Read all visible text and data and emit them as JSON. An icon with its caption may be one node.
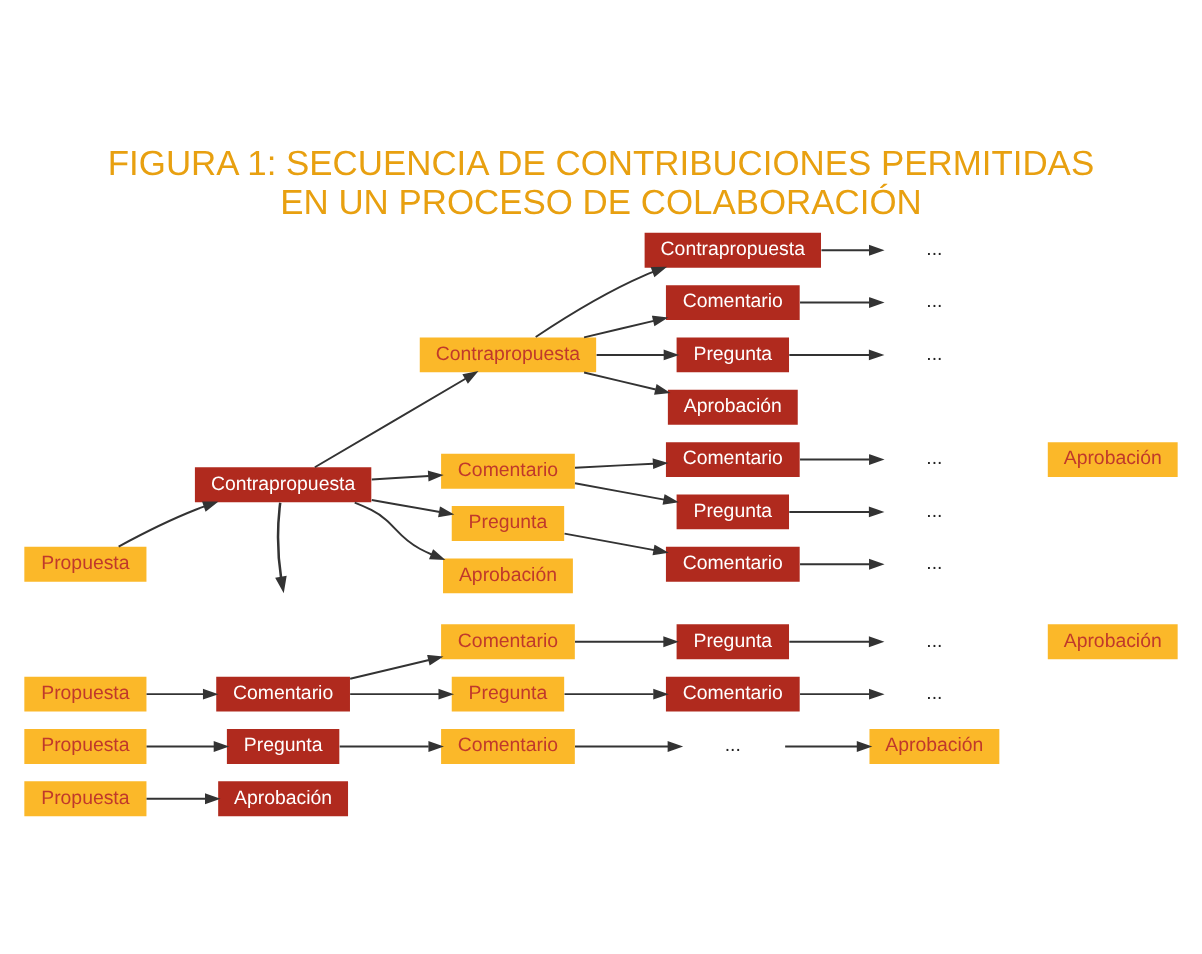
{
  "diagram": {
    "title": "FIGURA 1: SECUENCIA DE CONTRIBUCIONES PERMITIDAS EN UN PROCESO DE COLABORACIÓN",
    "nodes": [
      {
        "text": [
          "Propuesta"
        ]
      },
      {
        "text": [
          "Contrapropuesta"
        ]
      },
      {
        "text": [
          "Contrapropuesta"
        ]
      },
      {
        "text": [
          "Contrapropuesta"
        ]
      },
      {
        "text": [
          "..."
        ]
      },
      {
        "text": [
          "Comentario"
        ]
      },
      {
        "text": [
          "..."
        ]
      },
      {
        "text": [
          "Pregunta"
        ]
      },
      {
        "text": [
          "..."
        ]
      },
      {
        "text": [
          "Aprobación"
        ]
      },
      {
        "text": [
          "Comentario"
        ]
      },
      {
        "text": [
          "Comentario"
        ]
      },
      {
        "text": [
          "..."
        ]
      },
      {
        "text": [
          "Pregunta"
        ]
      },
      {
        "text": [
          "..."
        ]
      },
      {
        "text": [
          "Pregunta"
        ]
      },
      {
        "text": [
          "Comentario"
        ]
      },
      {
        "text": [
          "..."
        ]
      },
      {
        "text": [
          "Aprobación"
        ]
      },
      {
        "text": [
          "Aprobación"
        ]
      },
      {
        "text": [
          "Propuesta"
        ]
      },
      {
        "text": [
          "Comentario"
        ]
      },
      {
        "text": [
          "Comentario"
        ]
      },
      {
        "text": [
          "Pregunta"
        ]
      },
      {
        "text": [
          "..."
        ]
      },
      {
        "text": [
          "Pregunta"
        ]
      },
      {
        "text": [
          "Comentario"
        ]
      },
      {
        "text": [
          "..."
        ]
      },
      {
        "text": [
          "Aprobación"
        ]
      },
      {
        "text": [
          "Propuesta"
        ]
      },
      {
        "text": [
          "Pregunta"
        ]
      },
      {
        "text": [
          "Comentario"
        ]
      },
      {
        "text": [
          "..."
        ]
      },
      {
        "text": [
          "Aprobación"
        ]
      },
      {
        "text": [
          "Propuesta"
        ]
      },
      {
        "text": [
          "Aprobación"
        ]
      }
    ],
    "edges": [
      {
        "from": 0,
        "to": 1,
        "arrow": "to"
      },
      {
        "from": 1,
        "to": 2,
        "arrow": "to"
      },
      {
        "from": 1,
        "to": 10,
        "arrow": "to"
      },
      {
        "from": 1,
        "to": 15,
        "arrow": "to"
      },
      {
        "from": 1,
        "to": 18,
        "arrow": "to"
      },
      {
        "from": 1,
        "to": null,
        "arrow": "to"
      },
      {
        "from": 2,
        "to": 3,
        "arrow": "to"
      },
      {
        "from": 2,
        "to": 5,
        "arrow": "to"
      },
      {
        "from": 2,
        "to": 7,
        "arrow": "to"
      },
      {
        "from": 2,
        "to": 9,
        "arrow": "to"
      },
      {
        "from": 3,
        "to": 4,
        "arrow": "to"
      },
      {
        "from": 5,
        "to": 6,
        "arrow": "to"
      },
      {
        "from": 7,
        "to": 8,
        "arrow": "to"
      },
      {
        "from": 10,
        "to": 11,
        "arrow": "to"
      },
      {
        "from": 10,
        "to": 13,
        "arrow": "to"
      },
      {
        "from": 11,
        "to": 12,
        "arrow": "to"
      },
      {
        "from": 13,
        "to": 14,
        "arrow": "to"
      },
      {
        "from": 15,
        "to": 16,
        "arrow": "to"
      },
      {
        "from": 16,
        "to": 17,
        "arrow": "to"
      },
      {
        "from": 20,
        "to": 21,
        "arrow": "to"
      },
      {
        "from": 21,
        "to": 22,
        "arrow": "to"
      },
      {
        "from": 21,
        "to": 25,
        "arrow": "to"
      },
      {
        "from": 22,
        "to": 23,
        "arrow": "to"
      },
      {
        "from": 23,
        "to": 24,
        "arrow": "to"
      },
      {
        "from": 25,
        "to": 26,
        "arrow": "to"
      },
      {
        "from": 26,
        "to": 27,
        "arrow": "to"
      },
      {
        "from": 29,
        "to": 30,
        "arrow": "to"
      },
      {
        "from": 30,
        "to": 31,
        "arrow": "to"
      },
      {
        "from": 31,
        "to": 32,
        "arrow": "to"
      },
      {
        "from": 32,
        "to": 33,
        "arrow": "to"
      },
      {
        "from": 34,
        "to": 35,
        "arrow": "to"
      }
    ]
  }
}
